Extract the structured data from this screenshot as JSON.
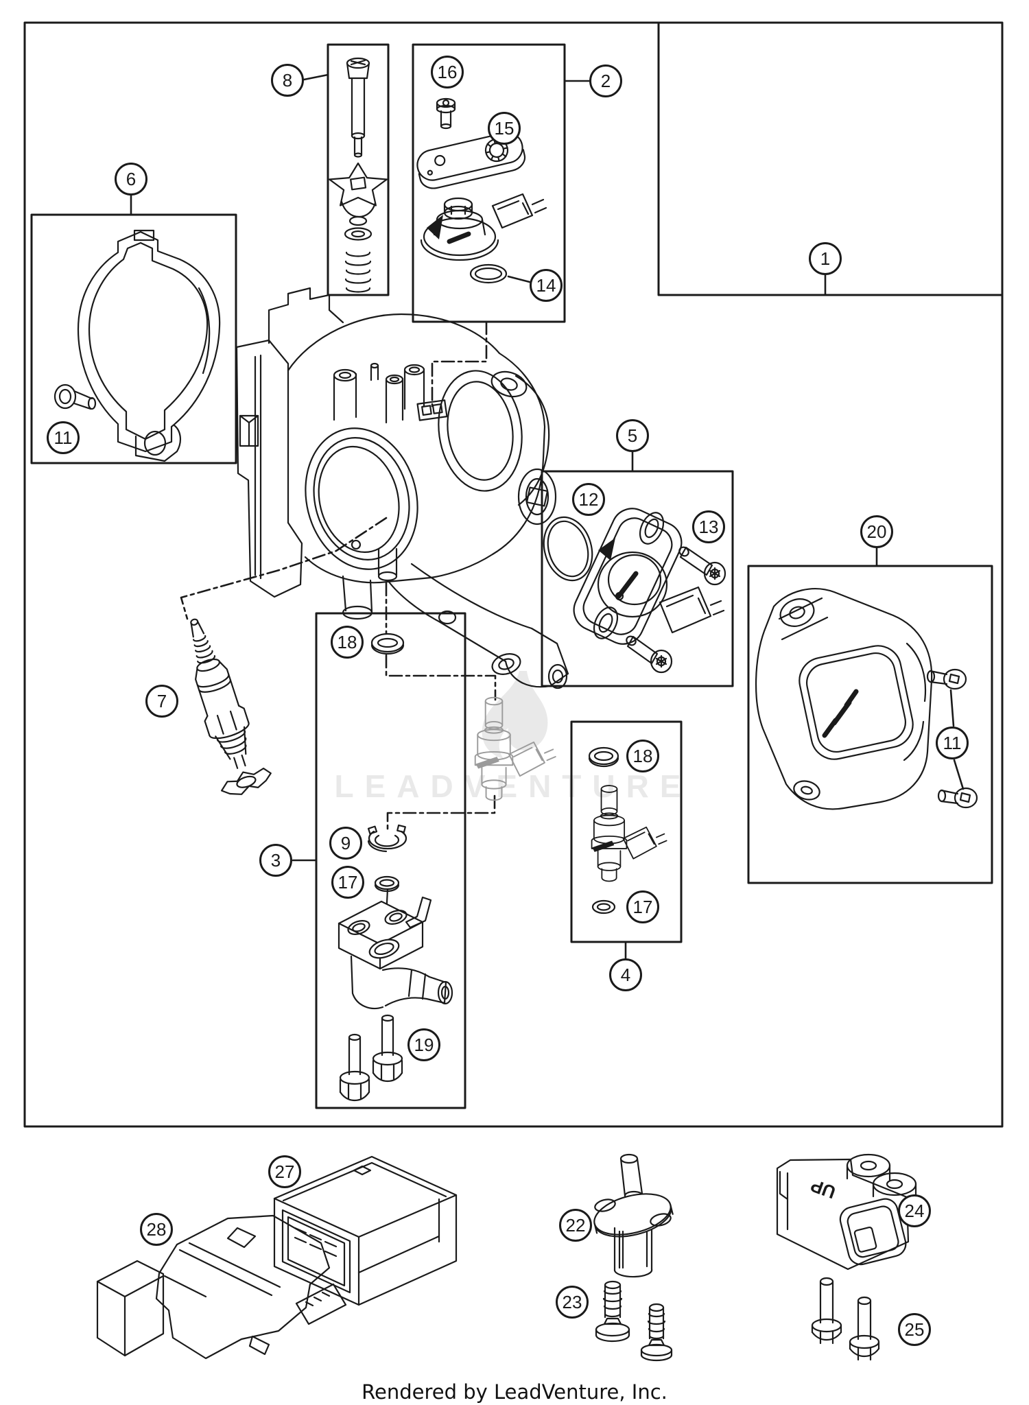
{
  "page": {
    "watermark_text": "LEADVENTURE",
    "footer_text": "Rendered by LeadVenture, Inc.",
    "bracket24_label": "UP"
  },
  "callouts": {
    "c1": "1",
    "c2": "2",
    "c3": "3",
    "c4": "4",
    "c5": "5",
    "c6": "6",
    "c7": "7",
    "c8": "8",
    "c9": "9",
    "c11a": "11",
    "c11b": "11",
    "c12": "12",
    "c13": "13",
    "c14": "14",
    "c15": "15",
    "c16": "16",
    "c17a": "17",
    "c17b": "17",
    "c18a": "18",
    "c18b": "18",
    "c19": "19",
    "c20": "20",
    "c22": "22",
    "c23": "23",
    "c24": "24",
    "c25": "25",
    "c27": "27",
    "c28": "28"
  },
  "colors": {
    "line": "#1a1a1a",
    "ghost": "#9b9b9b",
    "watermark": "#e9e9e9",
    "background": "#ffffff"
  }
}
